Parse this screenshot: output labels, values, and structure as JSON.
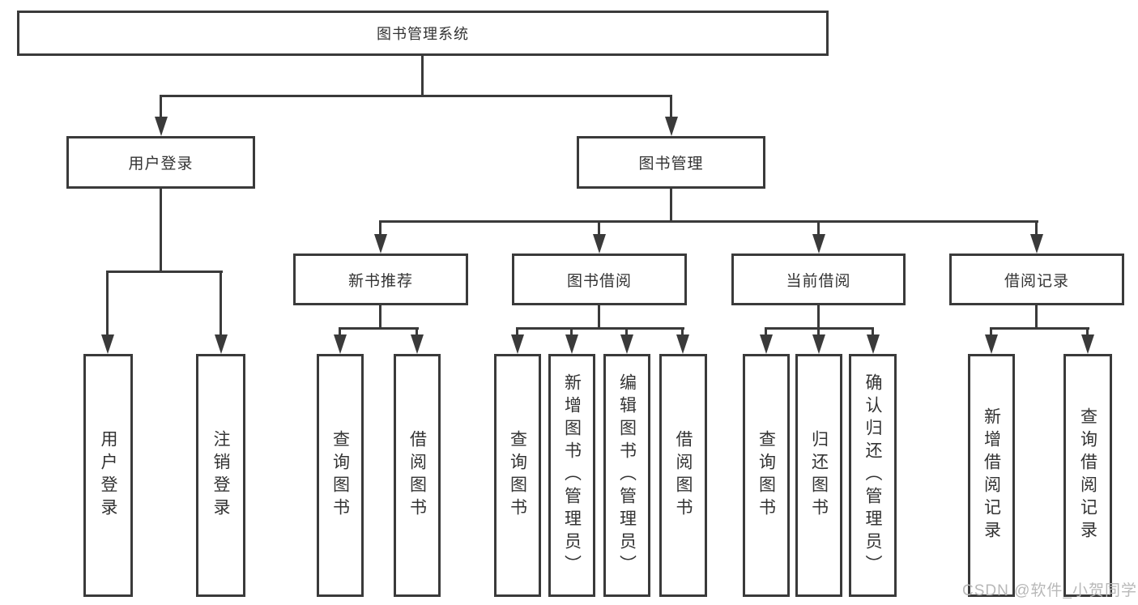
{
  "tree": {
    "root": "图书管理系统",
    "children": [
      {
        "label": "用户登录",
        "children": [
          {
            "label": "用户登录"
          },
          {
            "label": "注销登录"
          }
        ]
      },
      {
        "label": "图书管理",
        "children": [
          {
            "label": "新书推荐",
            "children": [
              {
                "label": "查询图书"
              },
              {
                "label": "借阅图书"
              }
            ]
          },
          {
            "label": "图书借阅",
            "children": [
              {
                "label": "查询图书"
              },
              {
                "label": "新增图书（管理员）"
              },
              {
                "label": "编辑图书（管理员）"
              },
              {
                "label": "借阅图书"
              }
            ]
          },
          {
            "label": "当前借阅",
            "children": [
              {
                "label": "查询图书"
              },
              {
                "label": "归还图书"
              },
              {
                "label": "确认归还（管理员）"
              }
            ]
          },
          {
            "label": "借阅记录",
            "children": [
              {
                "label": "新增借阅记录"
              },
              {
                "label": "查询借阅记录"
              }
            ]
          }
        ]
      }
    ]
  },
  "watermark": "CSDN @软件_小贺同学",
  "colors": {
    "line": "#3a3a3a",
    "text": "#333333",
    "background": "#ffffff",
    "watermark": "#b8b8b8"
  }
}
